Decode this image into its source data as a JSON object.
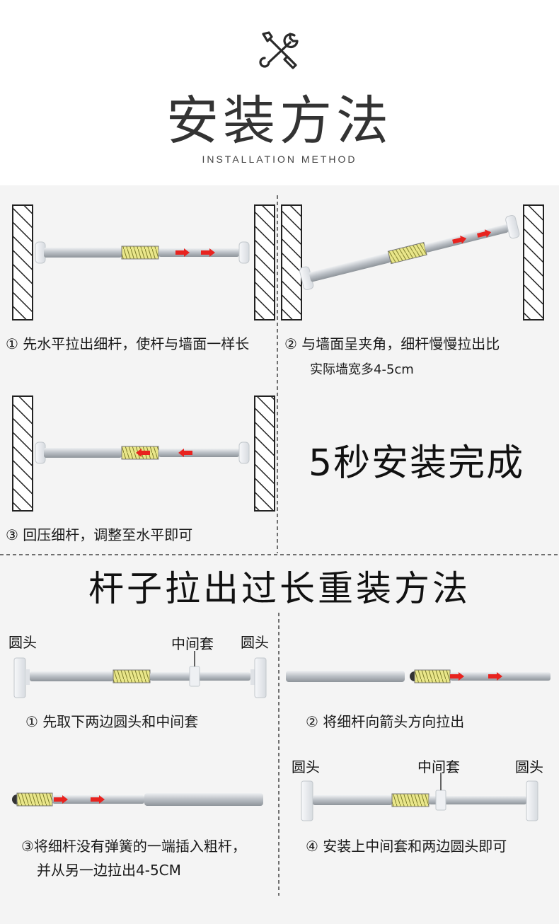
{
  "header": {
    "title": "安装方法",
    "subtitle": "INSTALLATION METHOD",
    "icon": "tools-icon"
  },
  "install_steps": {
    "step1": "① 先水平拉出细杆，使杆与墙面一样长",
    "step2_line1": "② 与墙面呈夹角，细杆慢慢拉出比",
    "step2_line2": "实际墙宽多4-5cm",
    "step3": "③ 回压细杆，调整至水平即可",
    "done": "5秒安装完成"
  },
  "reinstall": {
    "title": "杆子拉出过长重装方法",
    "labels": {
      "end_cap": "圆头",
      "middle_sleeve": "中间套"
    },
    "step1": "① 先取下两边圆头和中间套",
    "step2": "② 将细杆向箭头方向拉出",
    "step3_line1": "③将细杆没有弹簧的一端插入粗杆，",
    "step3_line2": "并从另一边拉出4-5CM",
    "step4": "④ 安装上中间套和两边圆头即可"
  },
  "colors": {
    "arrow": "#e8231f",
    "spring": "#d8d24a",
    "rod": "#c9cdd2"
  }
}
